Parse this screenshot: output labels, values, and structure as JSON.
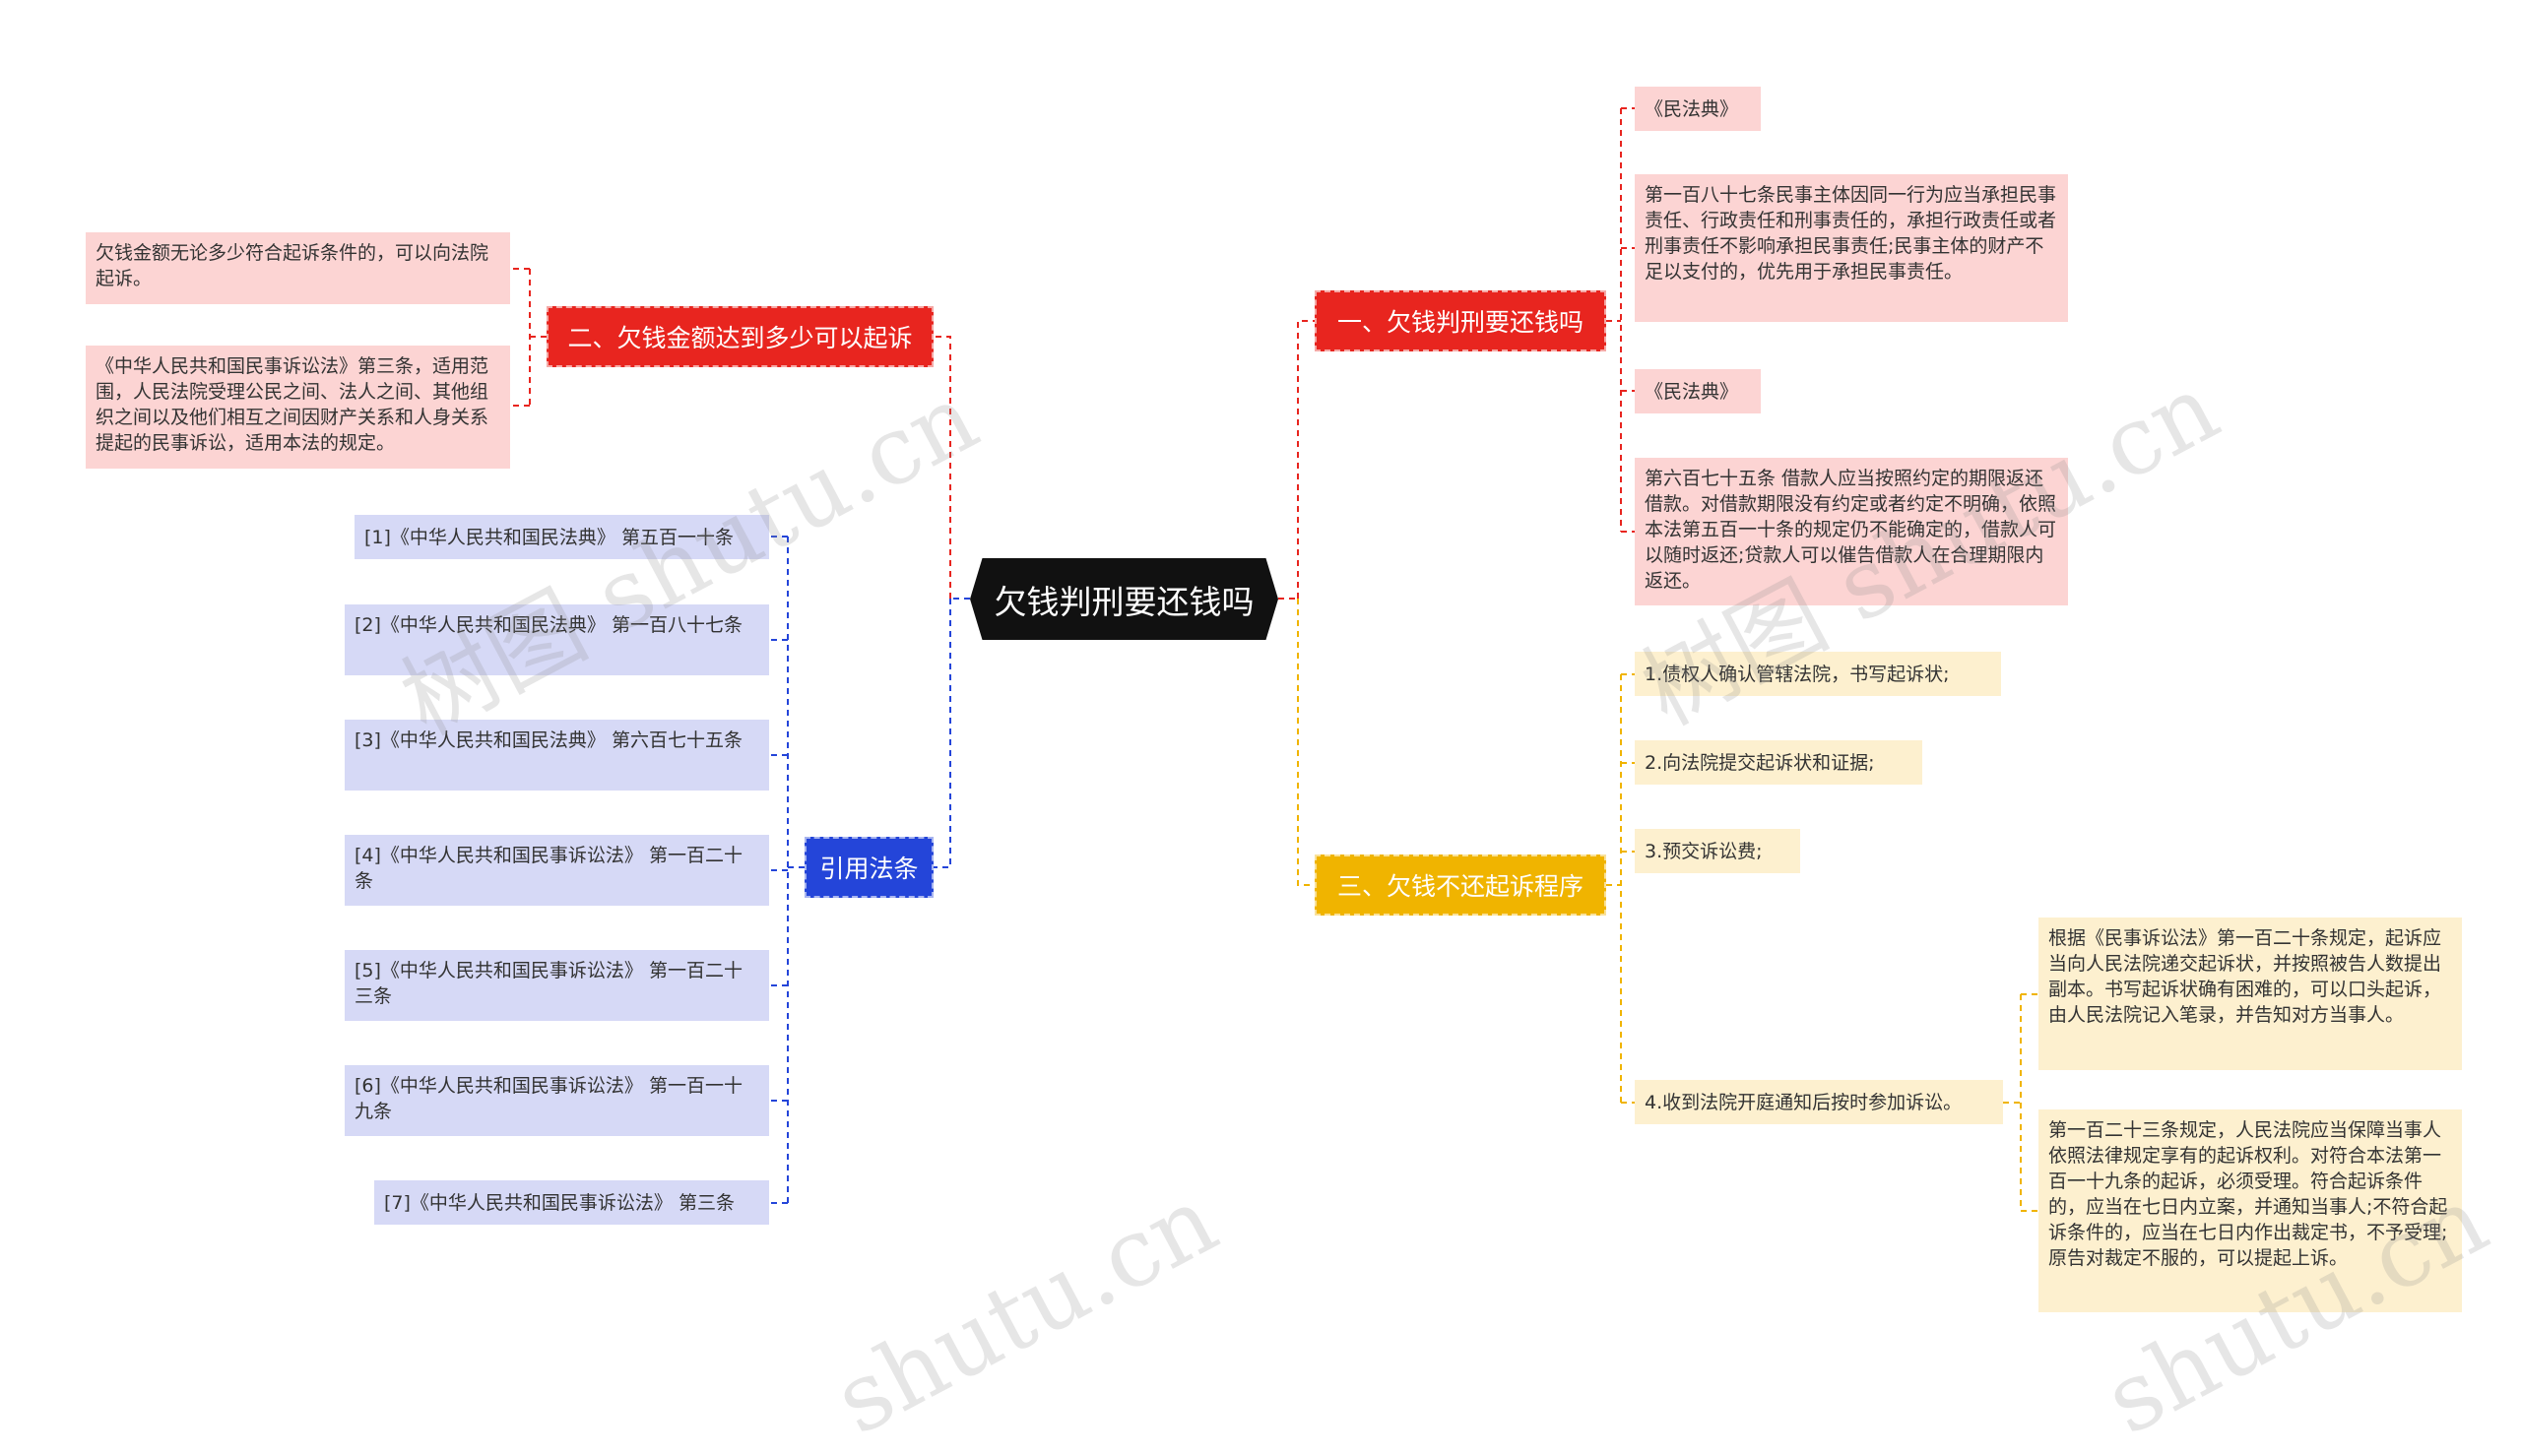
{
  "root": {
    "label": "欠钱判刑要还钱吗"
  },
  "branches": {
    "b1": {
      "label": "一、欠钱判刑要还钱吗",
      "color": "#e8251f",
      "leaves": [
        "《民法典》",
        "第一百八十七条民事主体因同一行为应当承担民事责任、行政责任和刑事责任的，承担行政责任或者刑事责任不影响承担民事责任;民事主体的财产不足以支付的，优先用于承担民事责任。",
        "《民法典》",
        "第六百七十五条 借款人应当按照约定的期限返还借款。对借款期限没有约定或者约定不明确，依照本法第五百一十条的规定仍不能确定的，借款人可以随时返还;贷款人可以催告借款人在合理期限内返还。"
      ]
    },
    "b2": {
      "label": "二、欠钱金额达到多少可以起诉",
      "color": "#e8251f",
      "leaves": [
        "欠钱金额无论多少符合起诉条件的，可以向法院起诉。",
        "《中华人民共和国民事诉讼法》第三条，适用范围，人民法院受理公民之间、法人之间、其他组织之间以及他们相互之间因财产关系和人身关系提起的民事诉讼，适用本法的规定。"
      ]
    },
    "b3": {
      "label": "三、欠钱不还起诉程序",
      "color": "#f0b400",
      "leaves": [
        "1.债权人确认管辖法院，书写起诉状;",
        "2.向法院提交起诉状和证据;",
        "3.预交诉讼费;",
        "4.收到法院开庭通知后按时参加诉讼。"
      ],
      "sub_leaves": [
        "根据《民事诉讼法》第一百二十条规定，起诉应当向人民法院递交起诉状，并按照被告人数提出副本。书写起诉状确有困难的，可以口头起诉，由人民法院记入笔录，并告知对方当事人。",
        "第一百二十三条规定，人民法院应当保障当事人依照法律规定享有的起诉权利。对符合本法第一百一十九条的起诉，必须受理。符合起诉条件的，应当在七日内立案，并通知当事人;不符合起诉条件的，应当在七日内作出裁定书，不予受理;原告对裁定不服的，可以提起上诉。"
      ]
    },
    "b4": {
      "label": "引用法条",
      "color": "#2445d9",
      "leaves": [
        "[1]《中华人民共和国民法典》 第五百一十条",
        "[2]《中华人民共和国民法典》 第一百八十七条",
        "[3]《中华人民共和国民法典》 第六百七十五条",
        "[4]《中华人民共和国民事诉讼法》 第一百二十条",
        "[5]《中华人民共和国民事诉讼法》 第一百二十三条",
        "[6]《中华人民共和国民事诉讼法》 第一百一十九条",
        "[7]《中华人民共和国民事诉讼法》 第三条"
      ]
    }
  },
  "watermarks": [
    "树图 shutu.cn",
    "树图 shutu.cn",
    "shutu.cn",
    "shutu.cn"
  ],
  "colors": {
    "red_leaf": "#fcd4d3",
    "yellow_leaf": "#fdf0cf",
    "blue_leaf": "#d6d9f6"
  }
}
